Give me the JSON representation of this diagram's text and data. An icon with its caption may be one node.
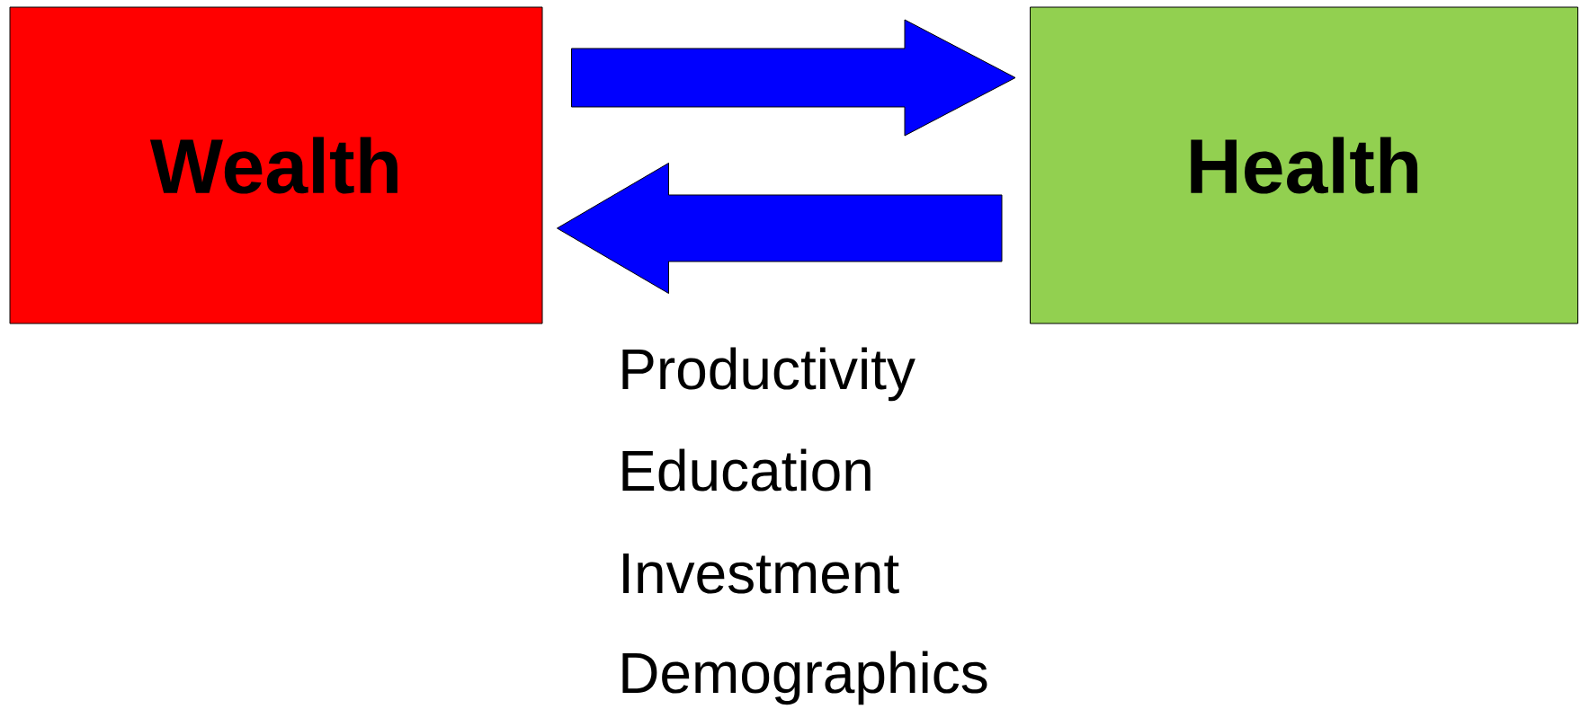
{
  "diagram": {
    "nodes": [
      {
        "text": [
          "Wealth"
        ]
      },
      {
        "text": [
          "Health"
        ]
      }
    ],
    "edges": [
      {
        "from": 0,
        "to": 1,
        "arrow": "to"
      },
      {
        "from": 1,
        "to": 0,
        "arrow": "to"
      }
    ],
    "labels": [
      "Productivity",
      "Education",
      "Investment",
      "Demographics"
    ]
  }
}
